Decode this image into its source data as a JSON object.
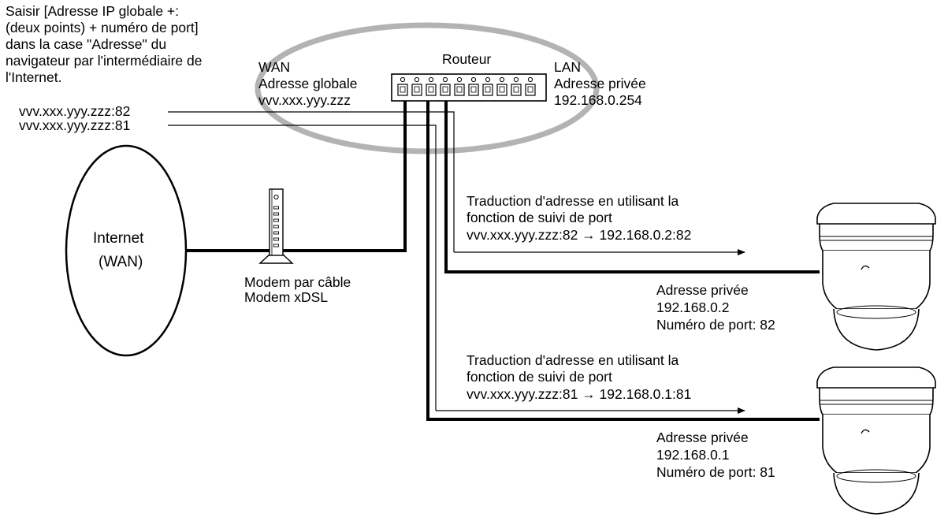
{
  "instruction": "Saisir [Adresse IP globale +:\n(deux points) + numéro de port]\ndans la case \"Adresse\" du\nnavigateur par l'intermédiaire de\nl'Internet.",
  "wan": {
    "title": "WAN",
    "label": "Adresse globale",
    "address": "vvv.xxx.yyy.zzz"
  },
  "router": {
    "label": "Routeur"
  },
  "lan": {
    "title": "LAN",
    "label": "Adresse privée",
    "address": "192.168.0.254"
  },
  "urls": {
    "port82": "vvv.xxx.yyy.zzz:82",
    "port81": "vvv.xxx.yyy.zzz:81"
  },
  "internet": {
    "line1": "Internet",
    "line2": "(WAN)"
  },
  "modem": {
    "line1": "Modem par câble",
    "line2": "Modem xDSL"
  },
  "translations": [
    {
      "line1": "Traduction d'adresse en utilisant la",
      "line2": "fonction de suivi de port",
      "mapping": "vvv.xxx.yyy.zzz:82 → 192.168.0.2:82"
    },
    {
      "line1": "Traduction d'adresse en utilisant la",
      "line2": "fonction de suivi de port",
      "mapping": "vvv.xxx.yyy.zzz:81 → 192.168.0.1:81"
    }
  ],
  "cameras": [
    {
      "label": "Adresse privée",
      "ip": "192.168.0.2",
      "port": "Numéro de port: 82"
    },
    {
      "label": "Adresse privée",
      "ip": "192.168.0.1",
      "port": "Numéro de port: 81"
    }
  ],
  "colors": {
    "line": "#000000",
    "router_ellipse": "#b3b3b3",
    "background": "#ffffff"
  }
}
